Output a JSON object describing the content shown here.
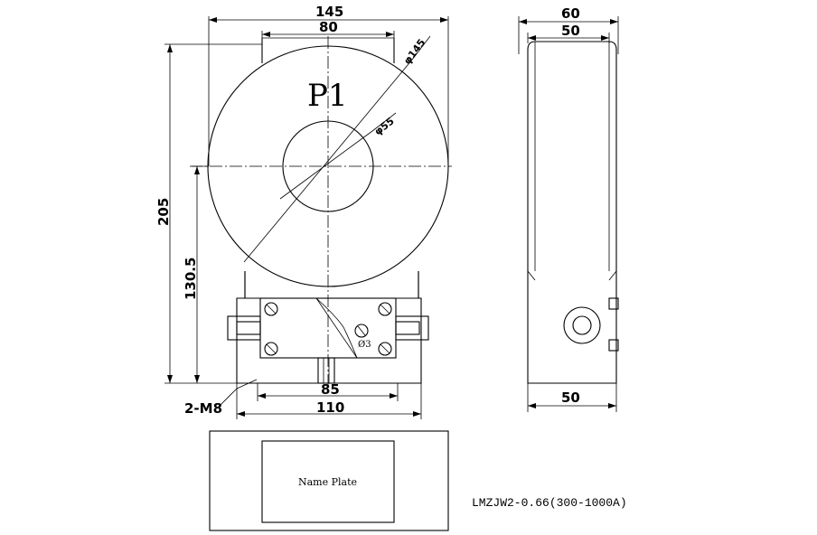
{
  "front_view": {
    "label_p1": "P1",
    "dim_145": "145",
    "dim_80": "80",
    "dim_phi145": "φ145",
    "dim_phi55": "φ55",
    "dim_205": "205",
    "dim_130_5": "130.5",
    "dim_85": "85",
    "dim_110": "110",
    "label_2m8": "2-M8",
    "label_small": "Ø3"
  },
  "side_view": {
    "dim_60": "60",
    "dim_50_top": "50",
    "dim_50_bottom": "50"
  },
  "name_plate": {
    "label": "Name Plate"
  },
  "model": "LMZJW2-0.66(300-1000A)"
}
